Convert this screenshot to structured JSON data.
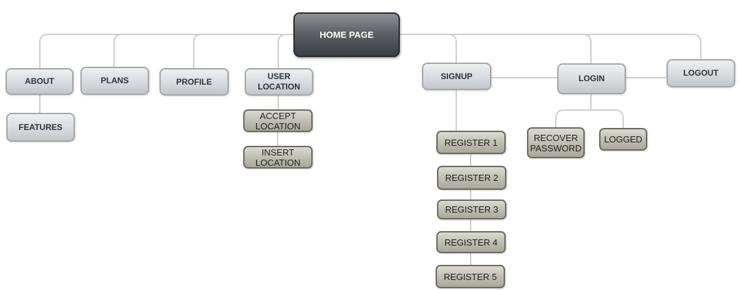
{
  "diagram": {
    "root": {
      "label": "HOME PAGE"
    },
    "nodes": {
      "about": "ABOUT",
      "features": "FEATURES",
      "plans": "PLANS",
      "profile": "PROFILE",
      "user_location": "USER\nLOCATION",
      "accept_location": "ACCEPT\nLOCATION",
      "insert_location": "INSERT\nLOCATION",
      "signup": "SIGNUP",
      "register_1": "REGISTER 1",
      "register_2": "REGISTER 2",
      "register_3": "REGISTER 3",
      "register_4": "REGISTER 4",
      "register_5": "REGISTER 5",
      "login": "LOGIN",
      "recover_password": "RECOVER\nPASSWORD",
      "logged": "LOGGED",
      "logout": "LOGOUT"
    },
    "colors": {
      "root_fill": "#5e6166",
      "primary_fill": "#d7dade",
      "secondary_fill": "#bdbcb0",
      "connector": "#cfcfcf"
    }
  }
}
